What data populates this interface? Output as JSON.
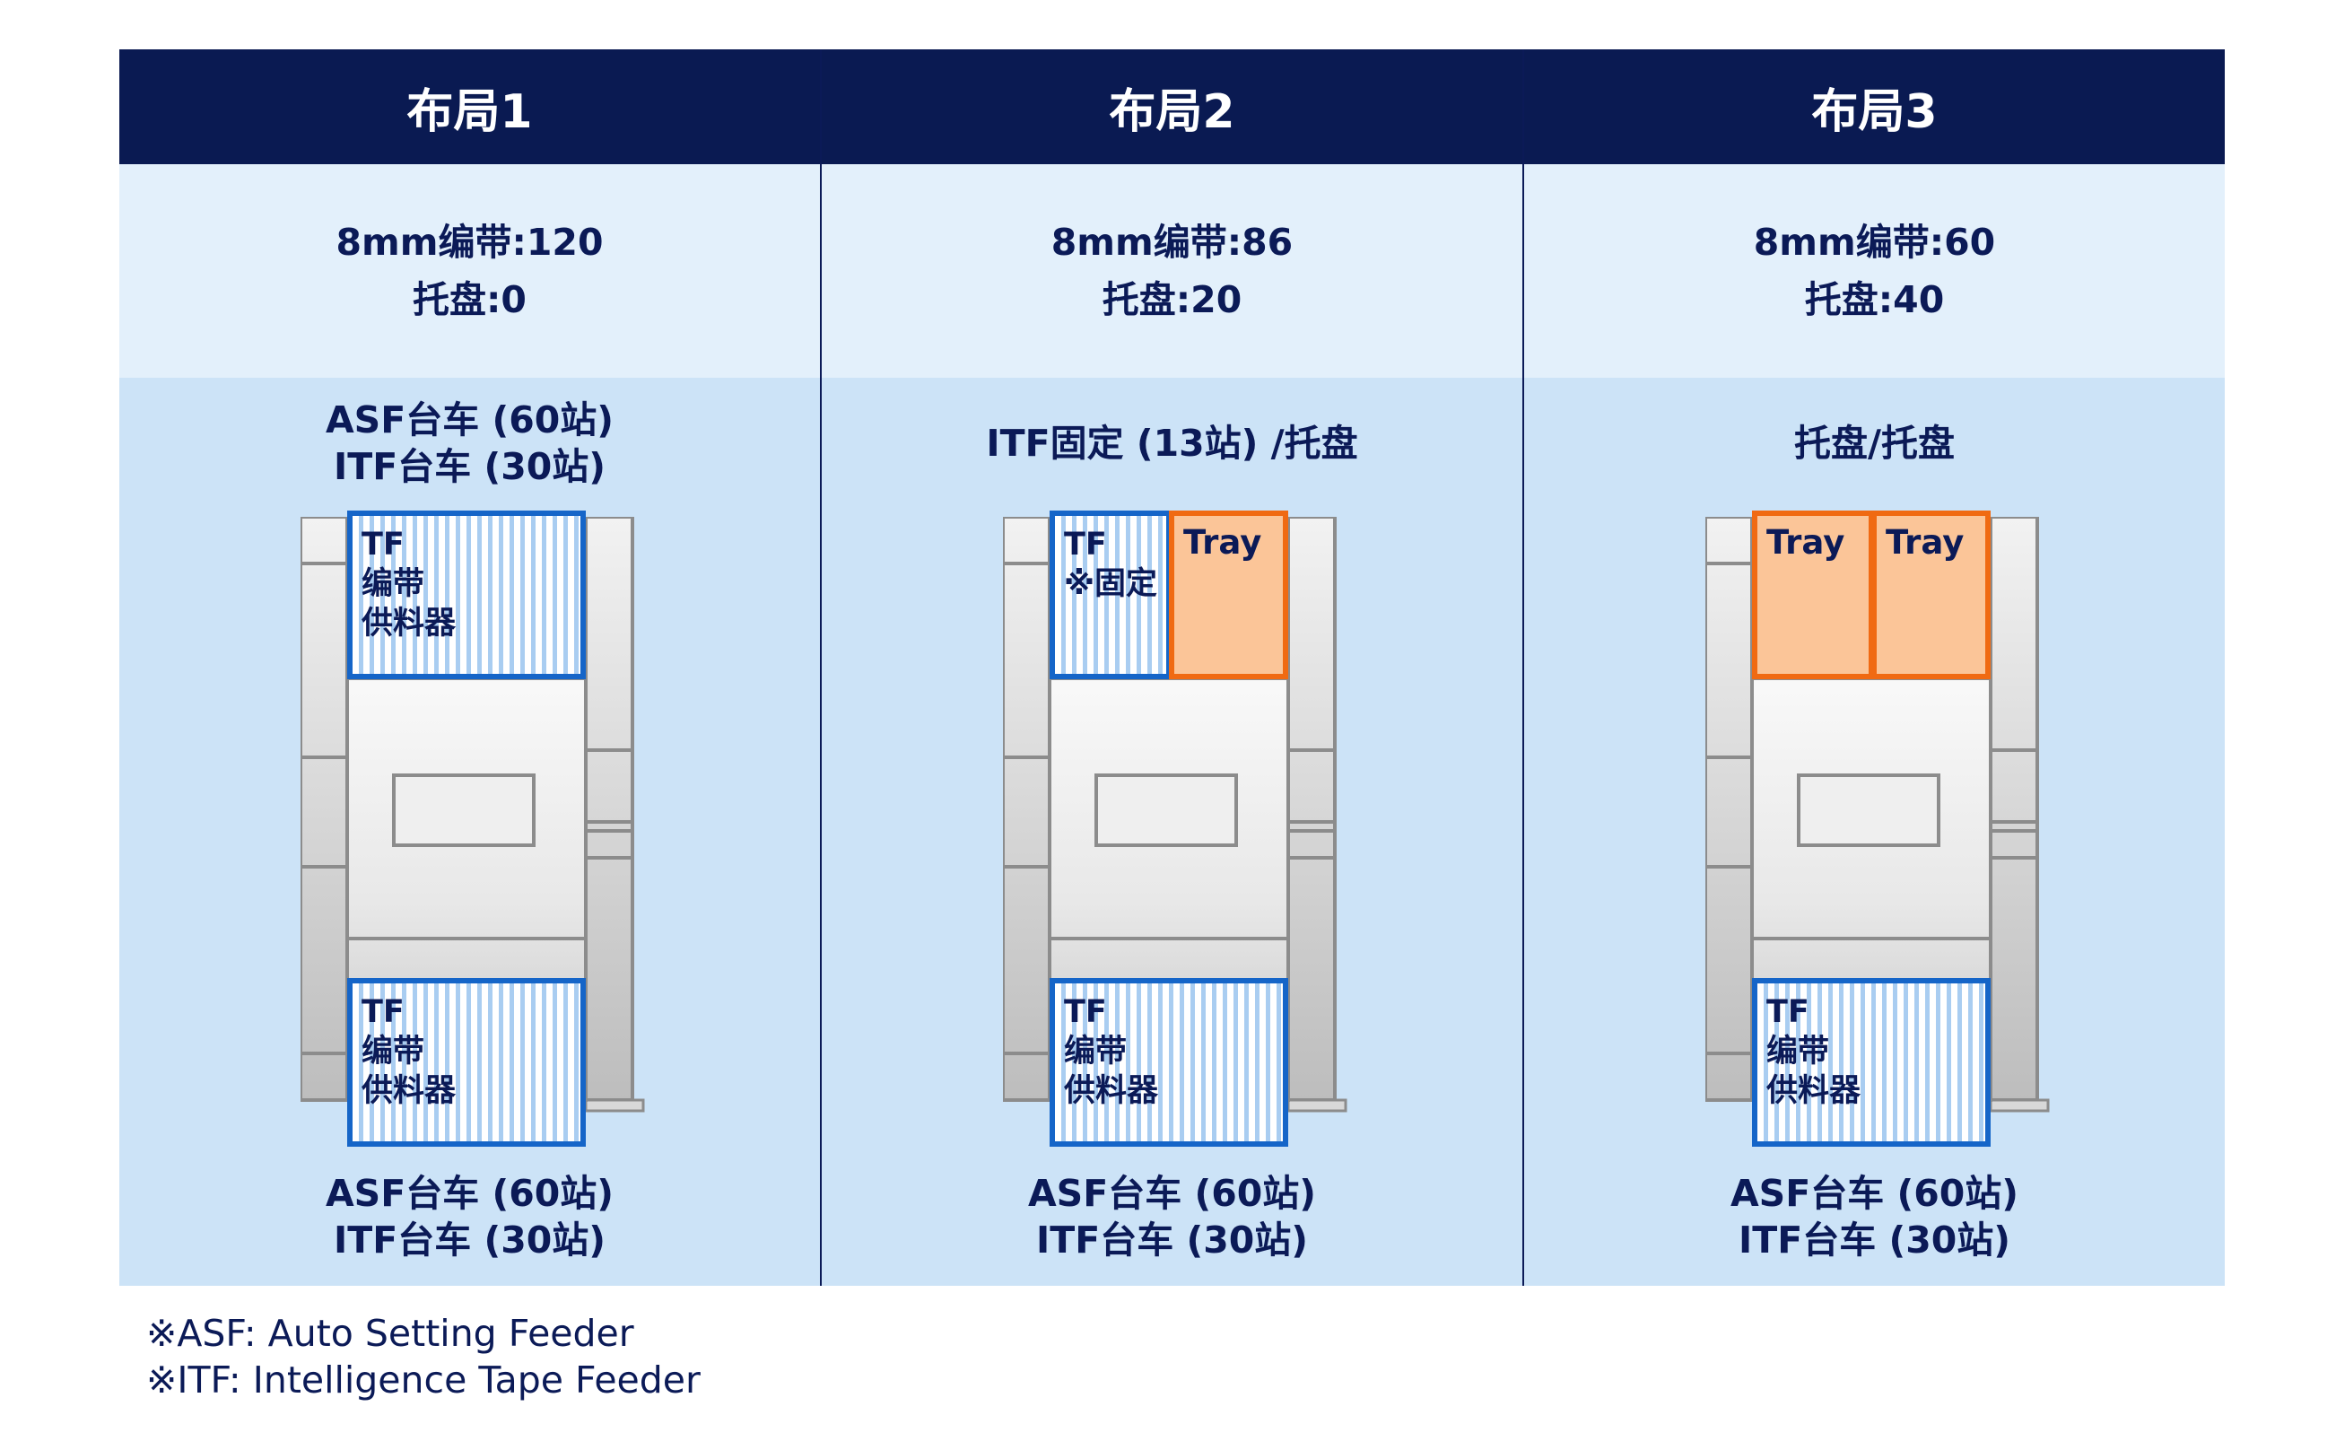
{
  "layouts": [
    {
      "title": "布局1",
      "tape_count": "8mm编带:120",
      "tray_count": "托盘:0",
      "top_label_line1": "ASF台车 (60站)",
      "top_label_line2": "ITF台车 (30站)",
      "top_feeder": {
        "line1": "TF",
        "line2": "编带",
        "line3": "供料器"
      },
      "bottom_feeder": {
        "line1": "TF",
        "line2": "编带",
        "line3": "供料器"
      },
      "bottom_label_line1": "ASF台车 (60站)",
      "bottom_label_line2": "ITF台车 (30站)"
    },
    {
      "title": "布局2",
      "tape_count": "8mm编带:86",
      "tray_count": "托盘:20",
      "top_label_line1": "ITF固定 (13站) /托盘",
      "top_feeder": {
        "line1": "TF",
        "line2": "※固定"
      },
      "top_tray": "Tray",
      "bottom_feeder": {
        "line1": "TF",
        "line2": "编带",
        "line3": "供料器"
      },
      "bottom_label_line1": "ASF台车 (60站)",
      "bottom_label_line2": "ITF台车 (30站)"
    },
    {
      "title": "布局3",
      "tape_count": "8mm编带:60",
      "tray_count": "托盘:40",
      "top_label_line1": "托盘/托盘",
      "top_tray_left": "Tray",
      "top_tray_right": "Tray",
      "bottom_feeder": {
        "line1": "TF",
        "line2": "编带",
        "line3": "供料器"
      },
      "bottom_label_line1": "ASF台车 (60站)",
      "bottom_label_line2": "ITF台车 (30站)"
    }
  ],
  "footnotes": {
    "asf": "※ASF: Auto Setting Feeder",
    "itf": "※ITF: Intelligence Tape Feeder"
  },
  "colors": {
    "header_bg": "#0a1a52",
    "counts_bg": "#e3f0fb",
    "body_bg": "#cce3f7",
    "feeder_border": "#1565c8",
    "tray_fill": "#fbc598",
    "tray_border": "#f06a12",
    "text": "#0b1a57"
  }
}
